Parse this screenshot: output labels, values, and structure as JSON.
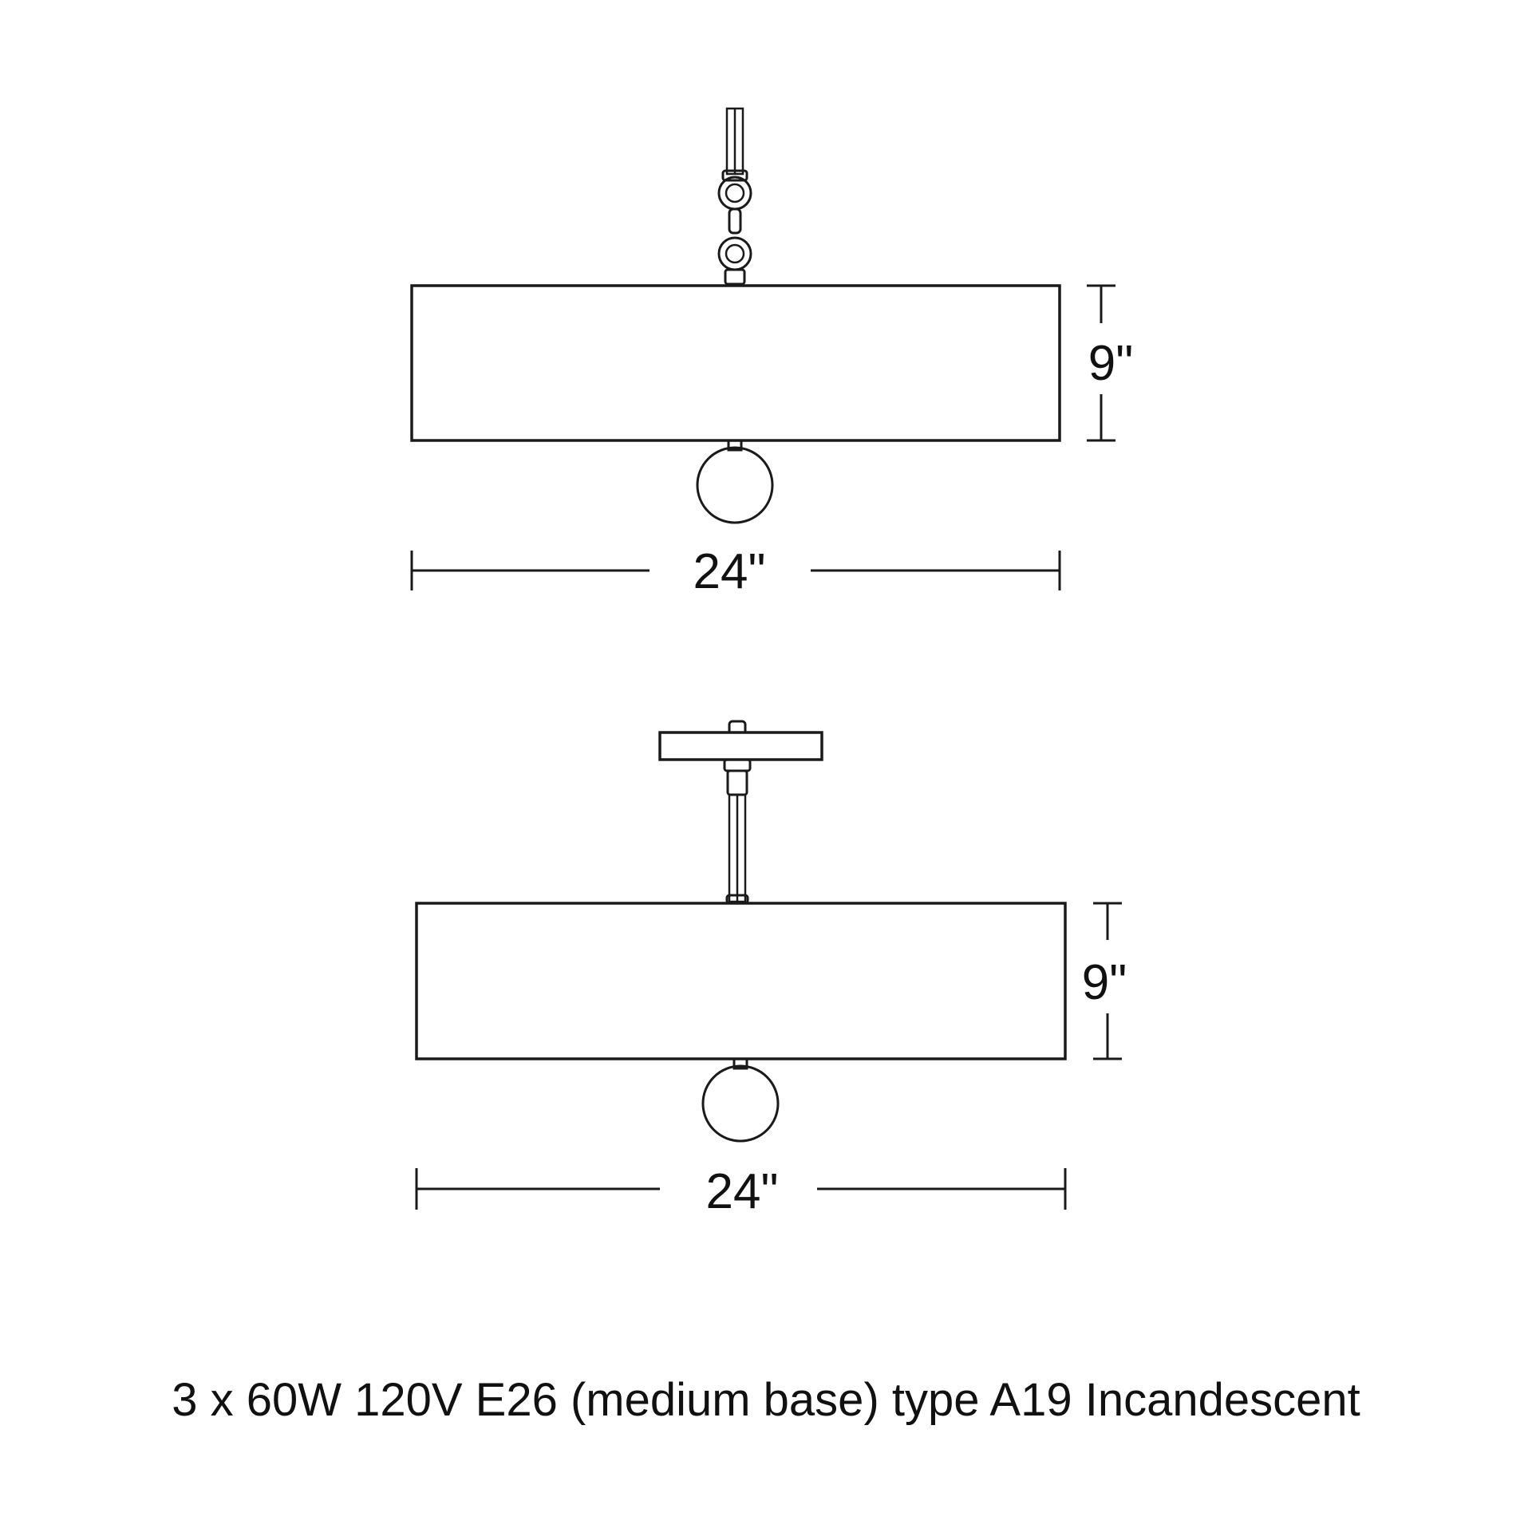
{
  "views": [
    {
      "mount": "chain",
      "height_label": "9\"",
      "width_label": "24\""
    },
    {
      "mount": "stem",
      "height_label": "9\"",
      "width_label": "24\""
    }
  ],
  "spec_text": "3 x 60W 120V E26 (medium base) type A19 Incandescent",
  "colors": {
    "line": "#1a1a1a",
    "background": "#ffffff"
  }
}
